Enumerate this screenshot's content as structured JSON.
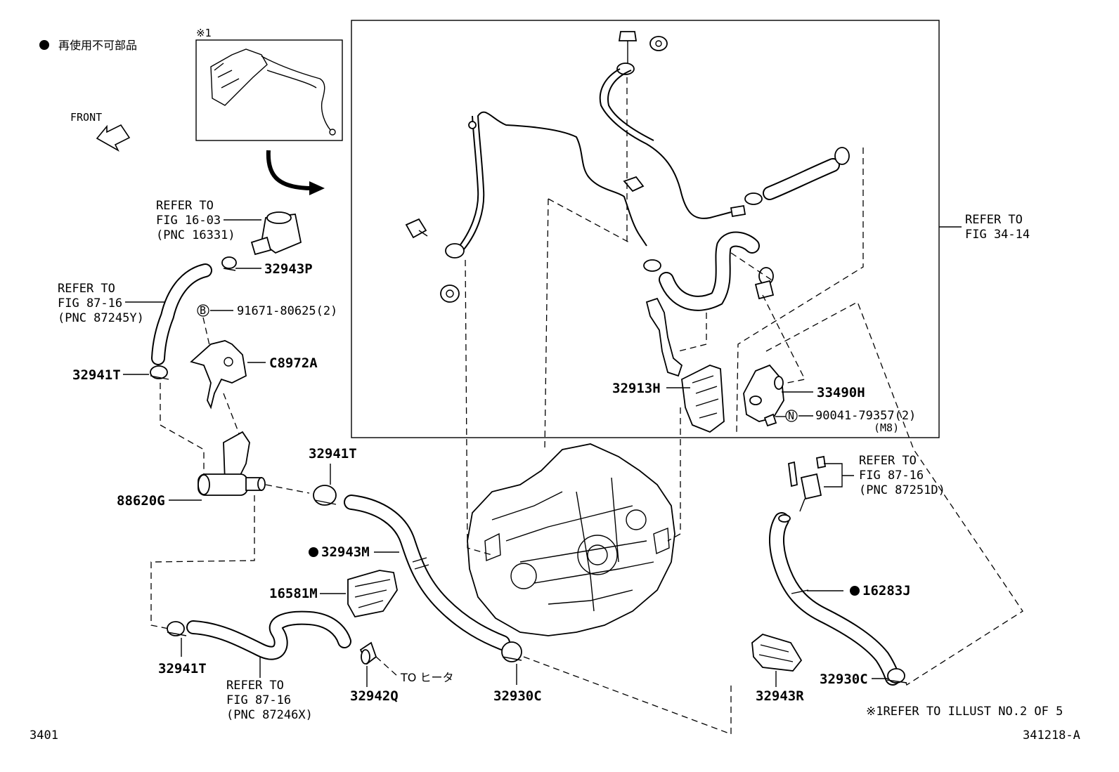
{
  "legend": {
    "dot_text": "再使用不可部品"
  },
  "note_mark": "※1",
  "front_label": "FRONT",
  "refs": {
    "fig16_03": [
      "REFER TO",
      "FIG 16-03",
      "(PNC 16331)"
    ],
    "fig87_16_y": [
      "REFER TO",
      "FIG 87-16",
      "(PNC 87245Y)"
    ],
    "fig34_14": [
      "REFER TO",
      "FIG 34-14"
    ],
    "fig87_16_d": [
      "REFER TO",
      "FIG 87-16",
      "(PNC 87251D)"
    ],
    "fig87_16_x": [
      "REFER TO",
      "FIG 87-16",
      "(PNC 87246X)"
    ]
  },
  "parts": {
    "p32943P": "32943P",
    "p91671": "91671-80625(2)",
    "pC8972A": "C8972A",
    "p32941T_a": "32941T",
    "p88620G": "88620G",
    "p32941T_b": "32941T",
    "p32943M": "32943M",
    "p16581M": "16581M",
    "p32941T_c": "32941T",
    "p32942Q": "32942Q",
    "p32930C_a": "32930C",
    "p32913H": "32913H",
    "p33490H": "33490H",
    "p90041": "90041-79357(2)",
    "m8": "(M8)",
    "p16283J": "16283J",
    "p32943R": "32943R",
    "p32930C_b": "32930C"
  },
  "markers": {
    "b": "B",
    "n": "N"
  },
  "to_heater": "TO ヒータ",
  "footnote": "※1REFER TO ILLUST NO.2 OF 5",
  "page_code_left": "3401",
  "page_code_right": "341218-A"
}
